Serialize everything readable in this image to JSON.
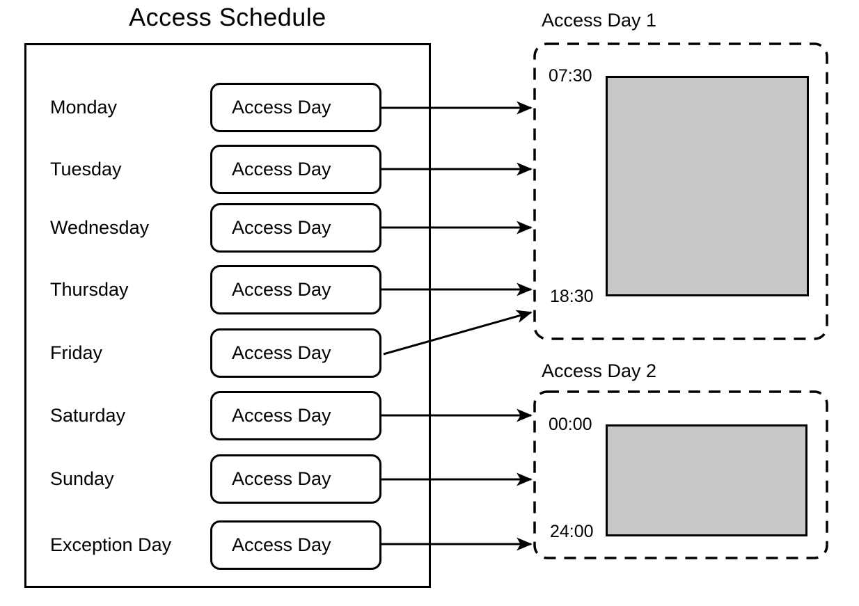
{
  "title": "Access Schedule",
  "schedule": {
    "rows": [
      {
        "day": "Monday",
        "box_label": "Access Day"
      },
      {
        "day": "Tuesday",
        "box_label": "Access Day"
      },
      {
        "day": "Wednesday",
        "box_label": "Access Day"
      },
      {
        "day": "Thursday",
        "box_label": "Access Day"
      },
      {
        "day": "Friday",
        "box_label": "Access Day"
      },
      {
        "day": "Saturday",
        "box_label": "Access Day"
      },
      {
        "day": "Sunday",
        "box_label": "Access Day"
      },
      {
        "day": "Exception Day",
        "box_label": "Access Day"
      }
    ]
  },
  "access_day_groups": [
    {
      "title": "Access Day 1",
      "start_time": "07:30",
      "end_time": "18:30"
    },
    {
      "title": "Access Day 2",
      "start_time": "00:00",
      "end_time": "24:00"
    }
  ],
  "colors": {
    "stroke": "#000000",
    "interval_fill": "#c8c8c8",
    "background": "#ffffff"
  }
}
